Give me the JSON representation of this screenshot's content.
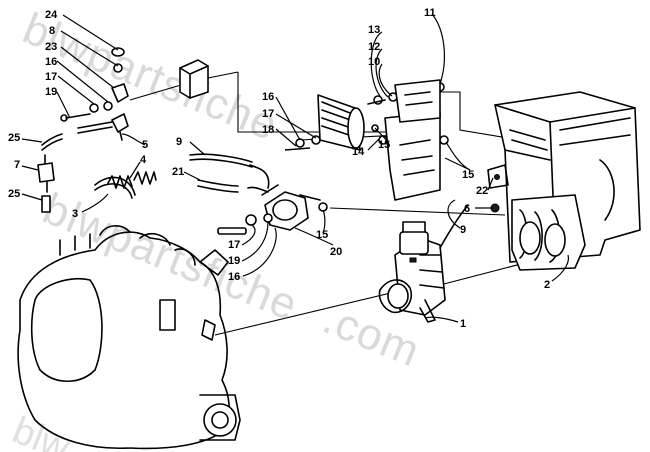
{
  "watermark": {
    "line1": "blwpartsfiche",
    "line2": "blwpartsfiche",
    "line3": ".com",
    "line4": "blw"
  },
  "callouts": [
    "24",
    "8",
    "23",
    "16",
    "17",
    "19",
    "25",
    "5",
    "4",
    "7",
    "25",
    "3",
    "11",
    "13",
    "12",
    "10",
    "16",
    "17",
    "18",
    "14",
    "15",
    "9",
    "21",
    "15",
    "22",
    "6",
    "15",
    "9",
    "17",
    "19",
    "16",
    "20",
    "2",
    "1"
  ]
}
